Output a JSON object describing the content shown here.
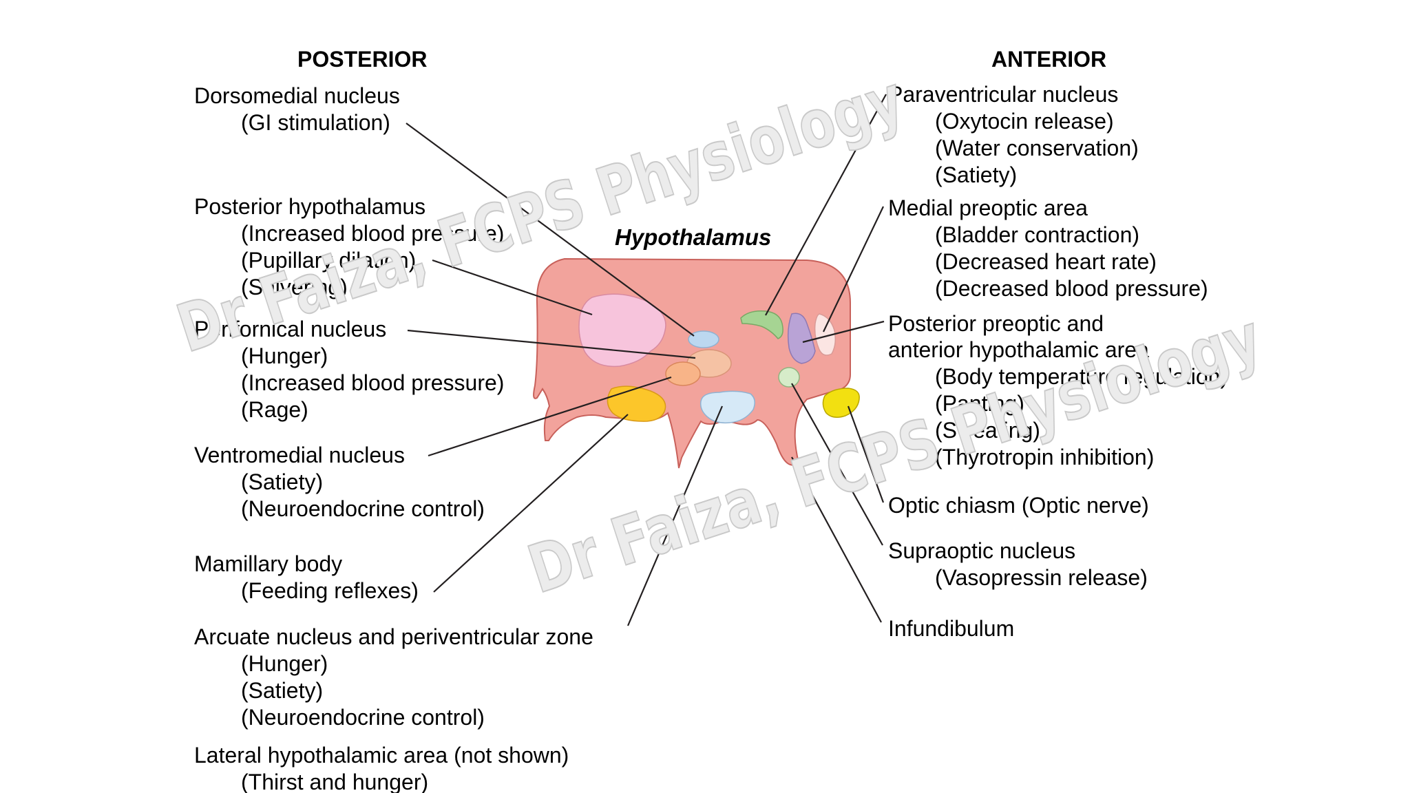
{
  "headings": {
    "posterior": "POSTERIOR",
    "anterior": "ANTERIOR"
  },
  "title": "Hypothalamus",
  "watermark": "Dr Faiza, FCPS Physiology",
  "posterior_labels": [
    {
      "id": "dorsomedial",
      "name": "Dorsomedial nucleus",
      "functions": [
        "(GI stimulation)"
      ]
    },
    {
      "id": "posterior-hypothalamus",
      "name": "Posterior hypothalamus",
      "functions": [
        "(Increased blood pressure)",
        "(Pupillary dilation)",
        "(Shivering)"
      ]
    },
    {
      "id": "perifornical",
      "name": "Perifornical nucleus",
      "functions": [
        "(Hunger)",
        "(Increased blood pressure)",
        "(Rage)"
      ]
    },
    {
      "id": "ventromedial",
      "name": "Ventromedial nucleus",
      "functions": [
        "(Satiety)",
        "(Neuroendocrine control)"
      ]
    },
    {
      "id": "mamillary",
      "name": "Mamillary body",
      "functions": [
        "(Feeding reflexes)"
      ]
    },
    {
      "id": "arcuate",
      "name": "Arcuate nucleus and periventricular zone",
      "functions": [
        "(Hunger)",
        "(Satiety)",
        "(Neuroendocrine control)"
      ]
    },
    {
      "id": "lateral",
      "name": "Lateral hypothalamic area (not shown)",
      "functions": [
        "(Thirst and hunger)"
      ]
    }
  ],
  "anterior_labels": [
    {
      "id": "paraventricular",
      "name": "Paraventricular nucleus",
      "functions": [
        "(Oxytocin release)",
        "(Water conservation)",
        "(Satiety)"
      ]
    },
    {
      "id": "medial-preoptic",
      "name": "Medial preoptic area",
      "functions": [
        "(Bladder contraction)",
        "(Decreased heart rate)",
        "(Decreased blood pressure)"
      ]
    },
    {
      "id": "posterior-preoptic",
      "name": "Posterior preoptic and",
      "name2": "anterior hypothalamic area",
      "functions": [
        "(Body temperature regulation)",
        "(Panting)",
        "(Sweating)",
        "(Thyrotropin inhibition)"
      ]
    },
    {
      "id": "optic-chiasm",
      "name": "Optic chiasm (Optic nerve)",
      "functions": []
    },
    {
      "id": "supraoptic",
      "name": "Supraoptic nucleus",
      "functions": [
        "(Vasopressin release)"
      ]
    },
    {
      "id": "infundibulum",
      "name": "Infundibulum",
      "functions": []
    }
  ],
  "colors": {
    "hypothalamus_body": "#f2a39c",
    "outline": "#c8605a",
    "leader_line": "#231f20",
    "nucleus_pink": "#f7c4dc",
    "nucleus_blue": "#bcd8f0",
    "nucleus_peach": "#f5c2a4",
    "nucleus_orange": "#f8b488",
    "nucleus_yellow_orange": "#fcc62a",
    "nucleus_green": "#a6d493",
    "nucleus_purple": "#b9a3d6",
    "nucleus_white": "#fbe5e3",
    "nucleus_light_green": "#d6ecc9",
    "chiasm_yellow": "#f2e011"
  }
}
